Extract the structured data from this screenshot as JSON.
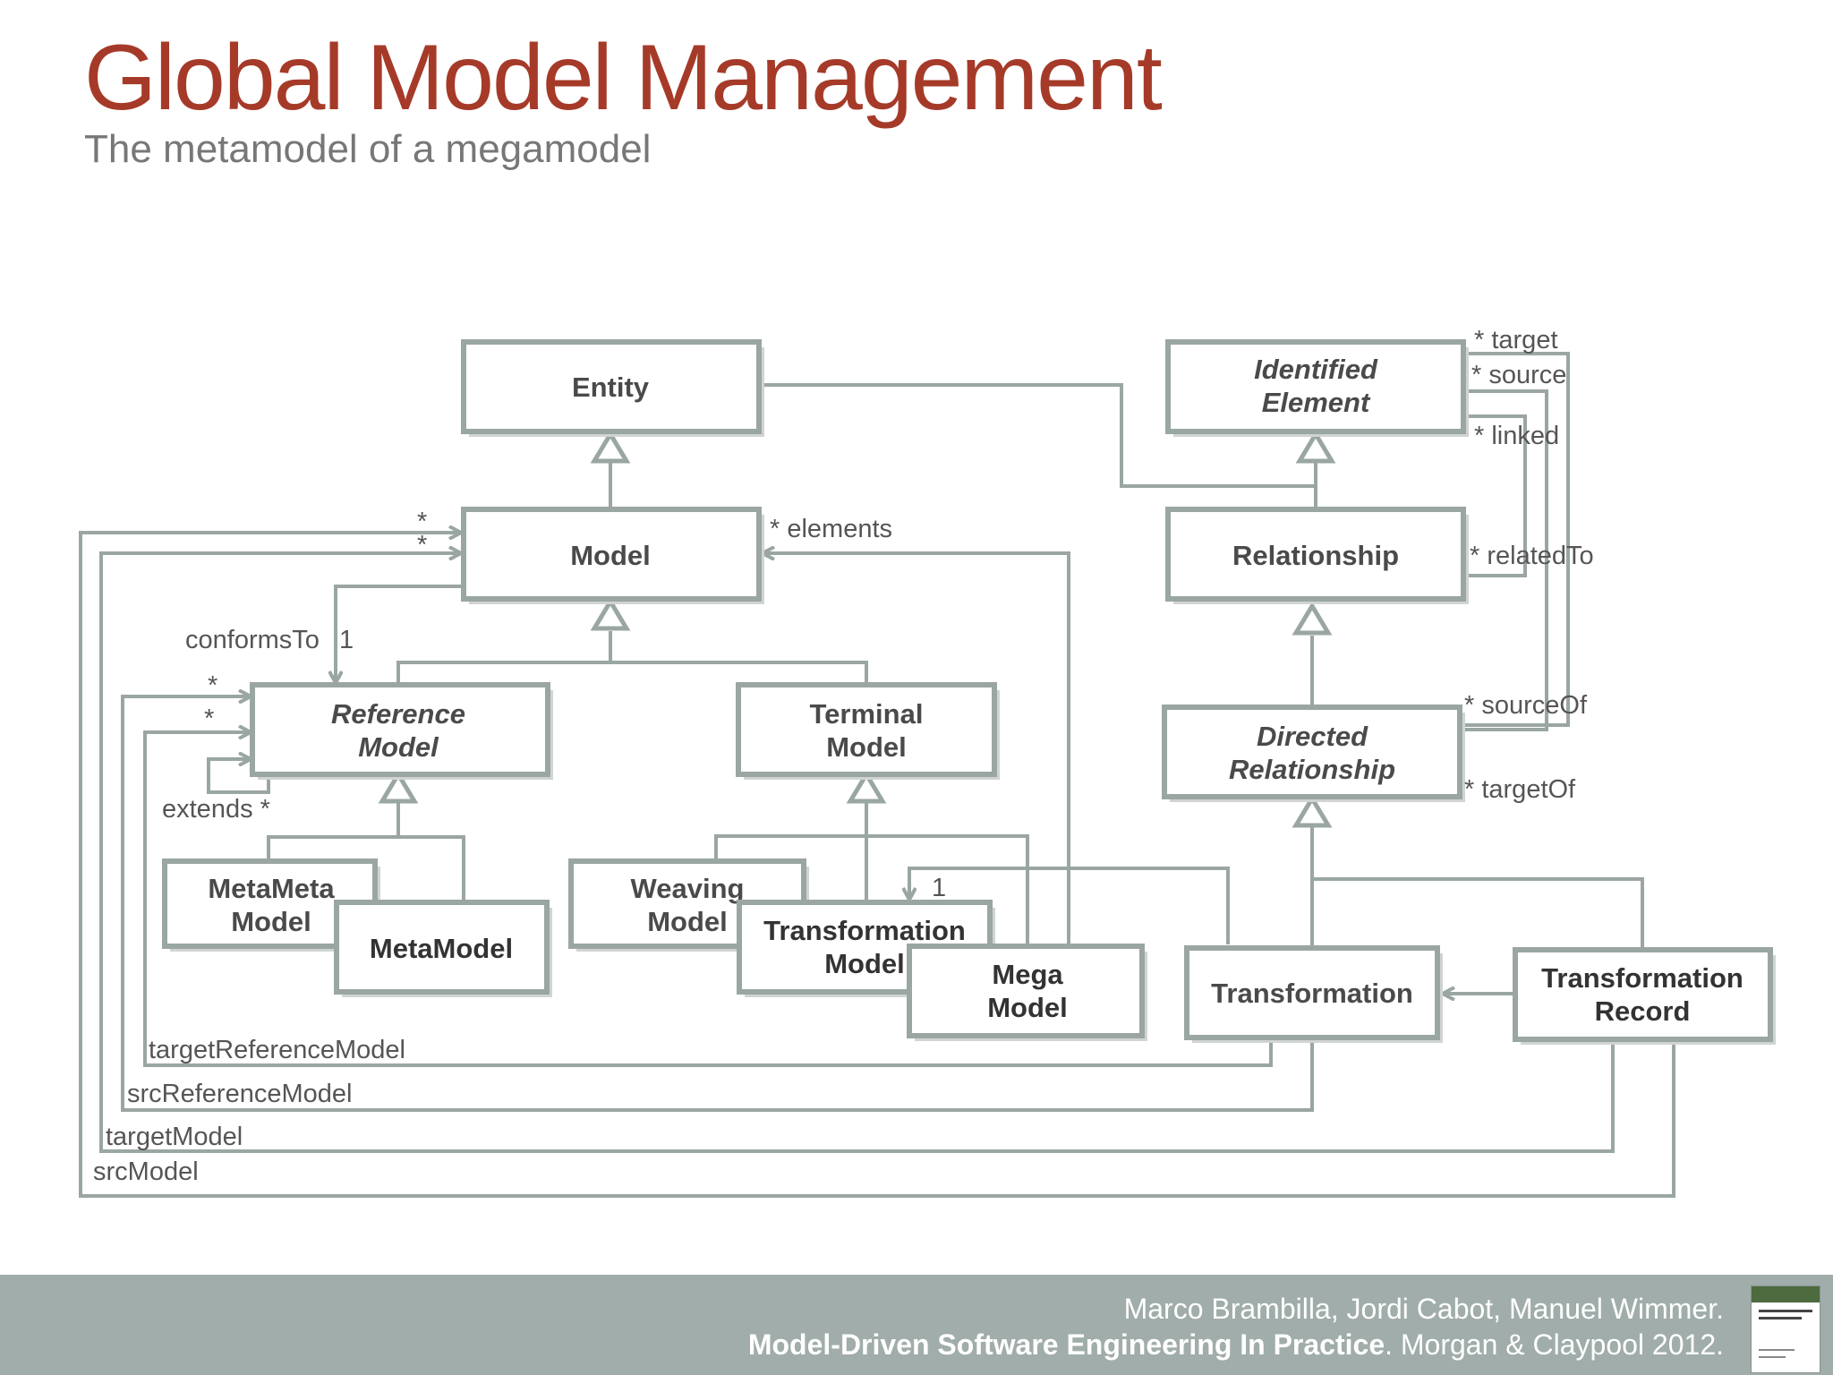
{
  "slide": {
    "title": "Global Model Management",
    "subtitle": "The metamodel of a megamodel"
  },
  "classes": {
    "entity": [
      "Entity"
    ],
    "identified_element": [
      "Identified",
      "Element"
    ],
    "model": [
      "Model"
    ],
    "relationship": [
      "Relationship"
    ],
    "reference_model": [
      "Reference",
      "Model"
    ],
    "terminal_model": [
      "Terminal",
      "Model"
    ],
    "directed_relationship": [
      "Directed",
      "Relationship"
    ],
    "metameta_model": [
      "MetaMeta",
      "Model"
    ],
    "metamodel": [
      "MetaModel"
    ],
    "weaving_model": [
      "Weaving",
      "Model"
    ],
    "transformation_model": [
      "Transformation",
      "Model"
    ],
    "mega_model": [
      "Mega",
      "Model"
    ],
    "transformation": [
      "Transformation"
    ],
    "transformation_record": [
      "Transformation",
      "Record"
    ]
  },
  "labels": {
    "star": "*",
    "elements": "* elements",
    "conforms_to": "conformsTo",
    "conforms_to_mult": "1",
    "extends": "extends *",
    "target": "* target",
    "source": "* source",
    "linked": "* linked",
    "related_to": "* relatedTo",
    "source_of": "* sourceOf",
    "target_of": "* targetOf",
    "one": "1",
    "target_reference_model": "targetReferenceModel",
    "src_reference_model": "srcReferenceModel",
    "target_model": "targetModel",
    "src_model": "srcModel"
  },
  "footer": {
    "authors": "Marco Brambilla, Jordi Cabot, Manuel Wimmer.",
    "book_title": "Model-Driven Software Engineering In Practice",
    "publisher": ". Morgan & Claypool 2012."
  },
  "colors": {
    "title": "#a63a28",
    "subtitle": "#777777",
    "lines": "#9aa6a2",
    "footer_bg": "#a0adaa"
  }
}
